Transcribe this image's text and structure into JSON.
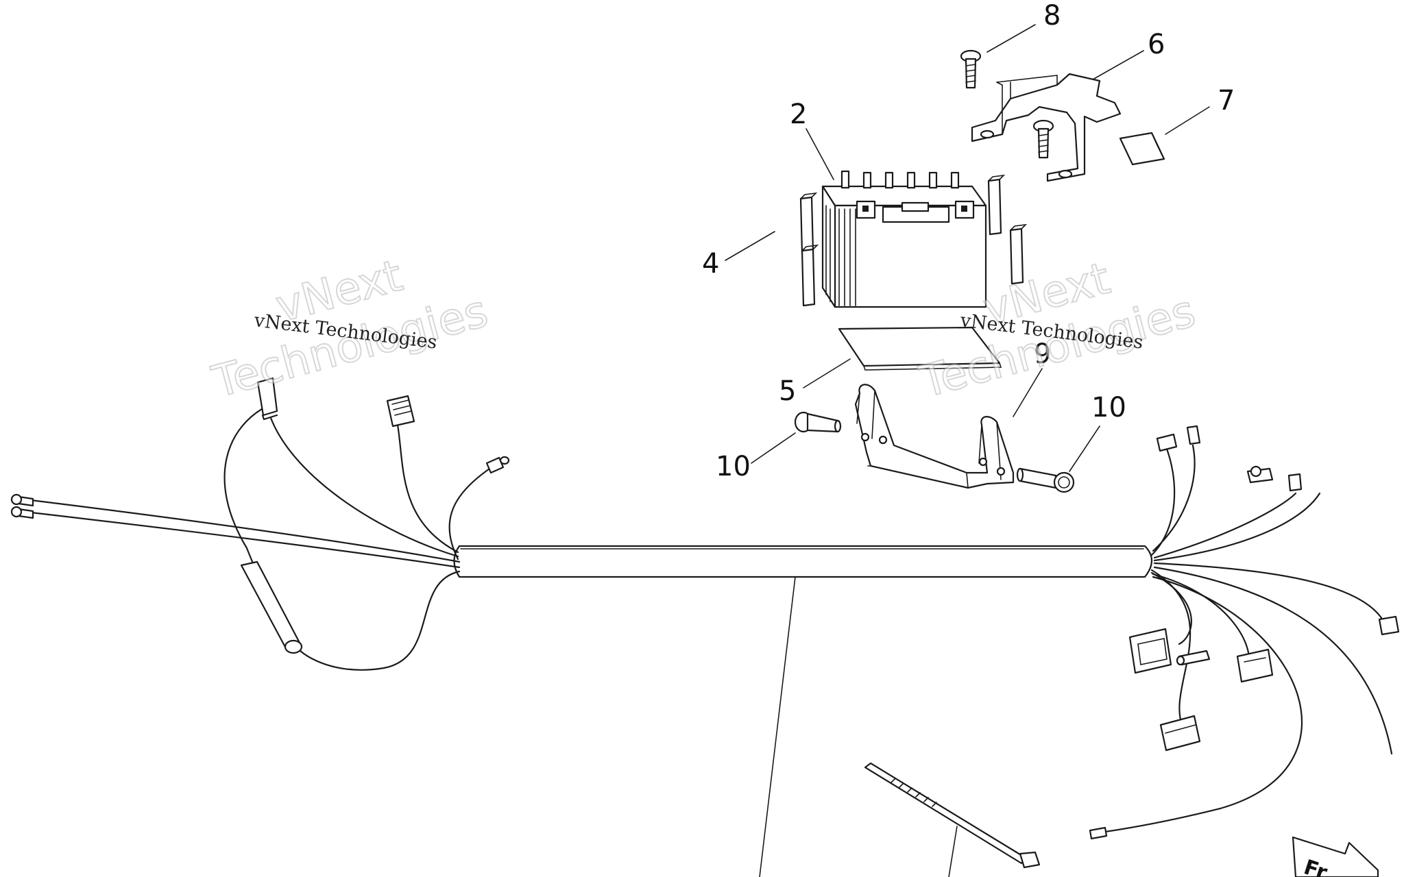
{
  "callouts": {
    "c2": "2",
    "c4": "4",
    "c5": "5",
    "c6": "6",
    "c7": "7",
    "c8": "8",
    "c9": "9",
    "c10a": "10",
    "c10b": "10"
  },
  "watermark": {
    "left_big_1": "vNext",
    "left_big_2": "Technologies",
    "left_small": "vNext Technologies",
    "right_big_1": "vNext",
    "right_big_2": "Technologies",
    "right_small": "vNext Technologies"
  },
  "front_arrow": {
    "label": "Fr"
  }
}
